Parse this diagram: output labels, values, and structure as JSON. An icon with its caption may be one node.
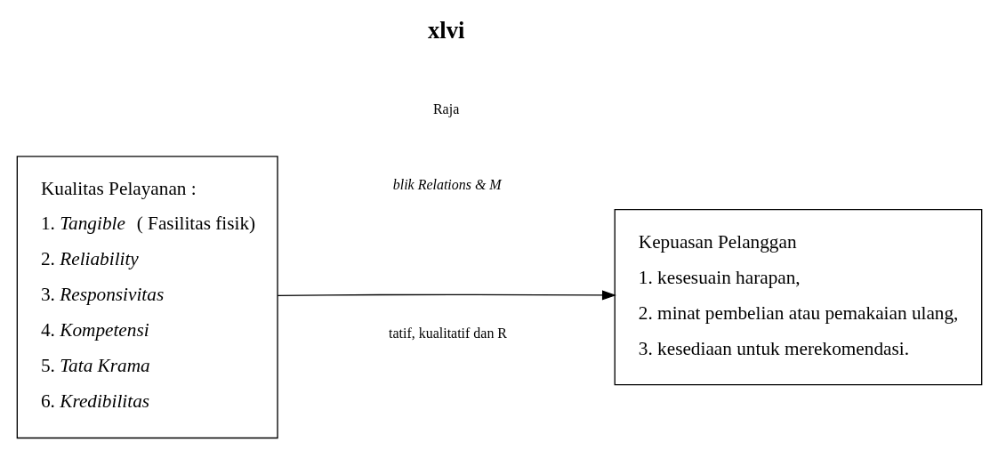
{
  "diagram": {
    "nodes": [
      {
        "text": [
          "Kualitas Pelayanan :",
          "1. *Tangible* ( Fasilitas fisik)",
          "2. *Reliability*",
          "3. *Responsivitas*",
          "4. *Kompetensi*",
          "5. *Tata Krama*",
          "6. *Kredibilitas*"
        ]
      },
      {
        "text": [
          "Kepuasan Pelanggan",
          "1. kesesuain harapan,",
          "2. minat pembelian atau pemakaian ulang,",
          "3. kesediaan untuk merekomendasi."
        ]
      }
    ],
    "edges": [
      {
        "from": 0,
        "to": 1,
        "arrow": "to"
      }
    ],
    "labels": [
      "tatif, kualitatif dan R",
      "blik Relations & M",
      "Raja",
      "xlvi"
    ]
  }
}
